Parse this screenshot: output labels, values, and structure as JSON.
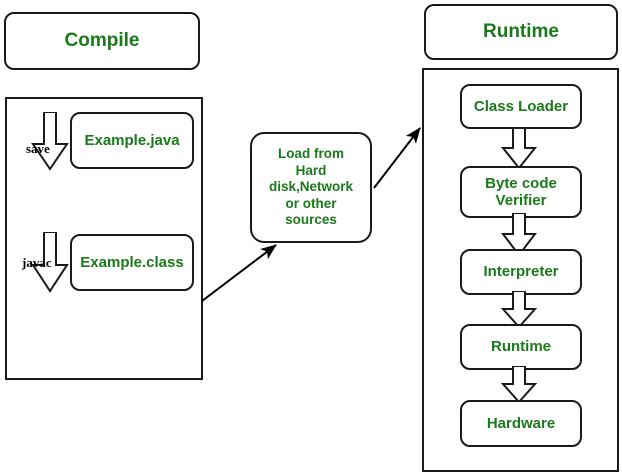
{
  "diagram": {
    "title_left": "Compile",
    "title_right": "Runtime",
    "accent_color": "#1a7a1a",
    "stroke_color": "#1a1a1a",
    "background_color": "#ffffff"
  },
  "compile": {
    "header_label": "Compile",
    "steps": [
      {
        "arrow_label": "save",
        "box_label": "Example.java",
        "arrow_icon": "block-arrow-down-icon"
      },
      {
        "arrow_label": "javac",
        "box_label": "Example.class",
        "arrow_icon": "block-arrow-down-icon"
      }
    ]
  },
  "loader": {
    "label": "Load from Hard disk,Network or other sources",
    "lines": [
      "Load from",
      "Hard",
      "disk,Network",
      "or other",
      "sources"
    ]
  },
  "connectors": [
    {
      "name": "compile-to-loader",
      "icon": "line-arrow-icon",
      "from": "compile-container",
      "to": "loader-box"
    },
    {
      "name": "loader-to-runtime",
      "icon": "line-arrow-icon",
      "from": "loader-box",
      "to": "runtime-container"
    }
  ],
  "runtime": {
    "header_label": "Runtime",
    "steps": [
      {
        "label": "Class Loader"
      },
      {
        "label": "Byte code Verifier",
        "lines": [
          "Byte code",
          "Verifier"
        ]
      },
      {
        "label": "Interpreter"
      },
      {
        "label": "Runtime"
      },
      {
        "label": "Hardware"
      }
    ]
  }
}
